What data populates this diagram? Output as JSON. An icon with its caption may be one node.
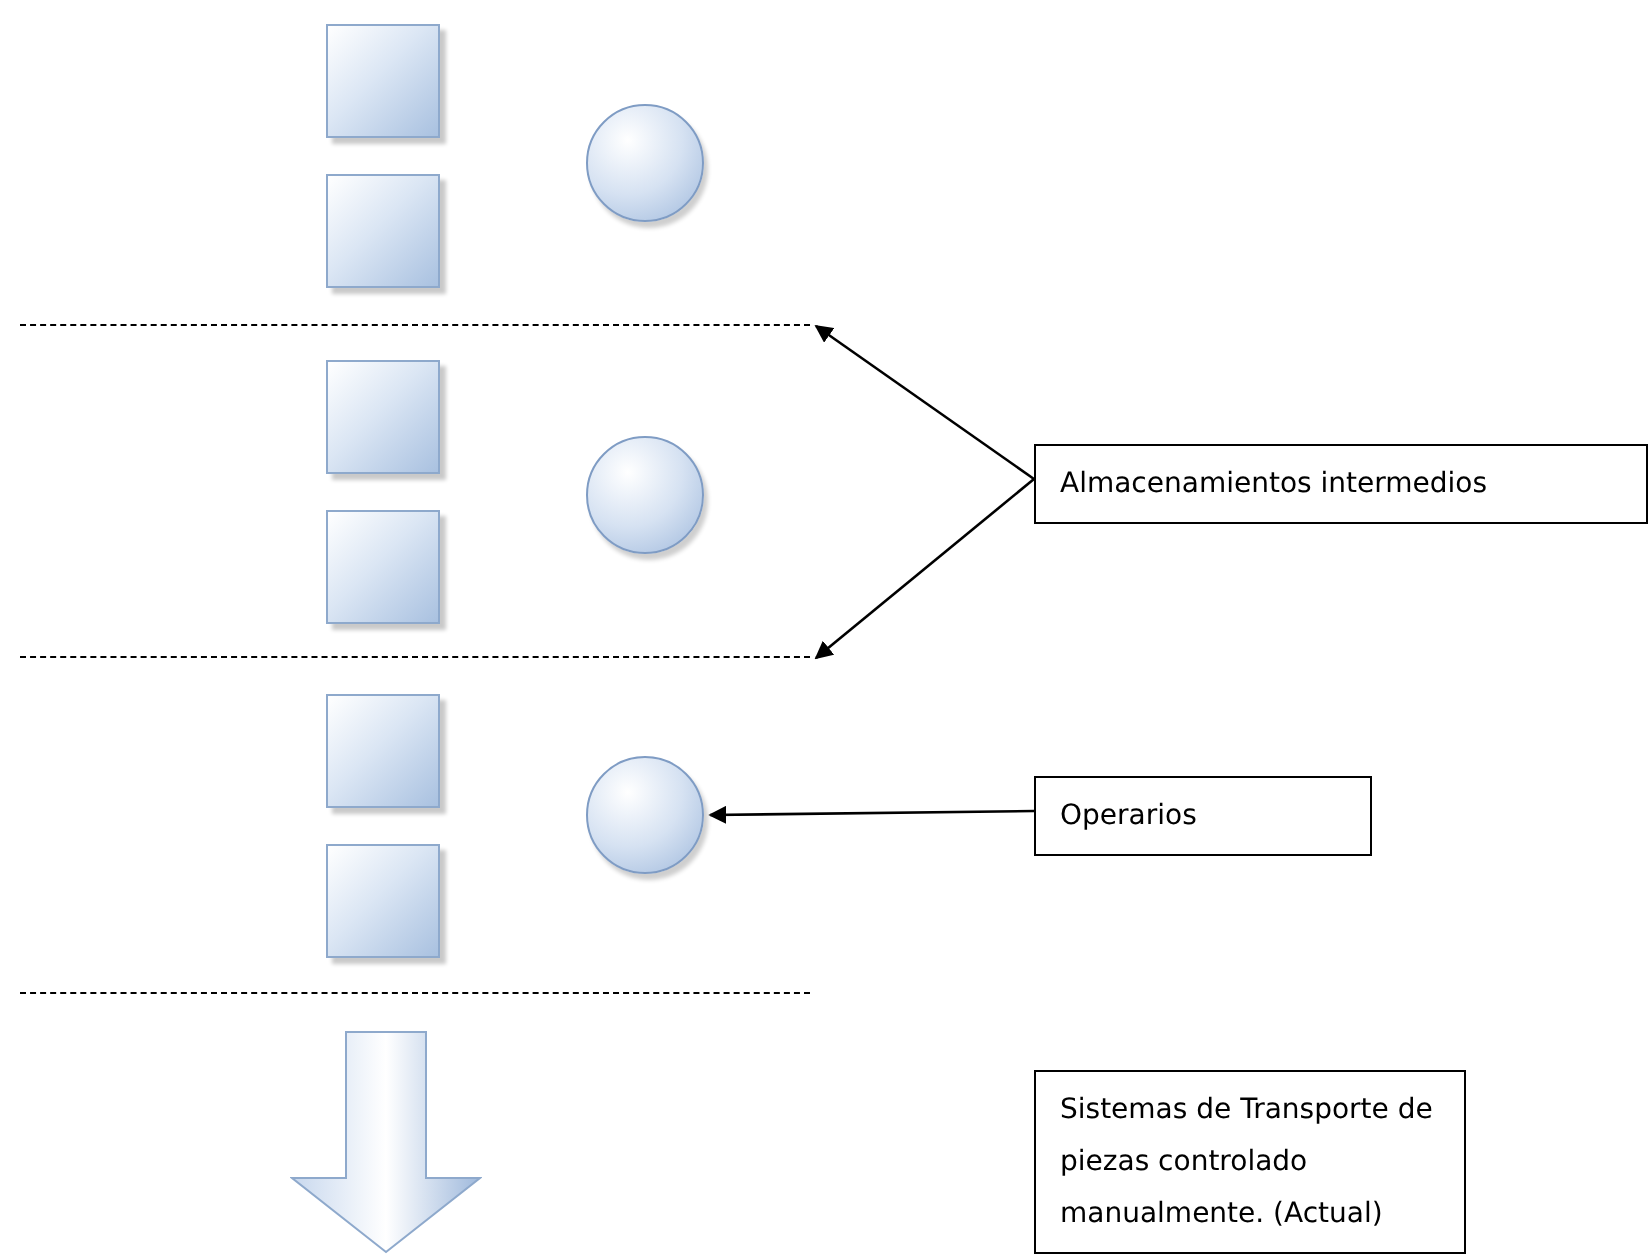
{
  "diagram": {
    "nodes": [
      {
        "text": [],
        "shape": "box"
      },
      {
        "text": [],
        "shape": "circle"
      },
      {
        "text": [],
        "shape": "box"
      },
      {
        "text": [],
        "shape": "line"
      },
      {
        "text": [],
        "shape": "box"
      },
      {
        "text": [],
        "shape": "circle"
      },
      {
        "text": [
          "Almacenamientos intermedios"
        ]
      },
      {
        "text": [],
        "shape": "box"
      },
      {
        "text": [],
        "shape": "line"
      },
      {
        "text": [],
        "shape": "box"
      },
      {
        "text": [],
        "shape": "circle"
      },
      {
        "text": [
          "Operarios"
        ]
      },
      {
        "text": [],
        "shape": "box"
      },
      {
        "text": [],
        "shape": "line"
      },
      {
        "text": [],
        "shape": "arrow"
      },
      {
        "text": [
          "Sistemas de Transporte de piezas controlado manualmente. (Actual)"
        ]
      }
    ],
    "edges": [
      {
        "from": 6,
        "to": 3,
        "arrow": "to"
      },
      {
        "from": 6,
        "to": 8,
        "arrow": "to"
      },
      {
        "from": 11,
        "to": 10,
        "arrow": "to"
      }
    ]
  }
}
